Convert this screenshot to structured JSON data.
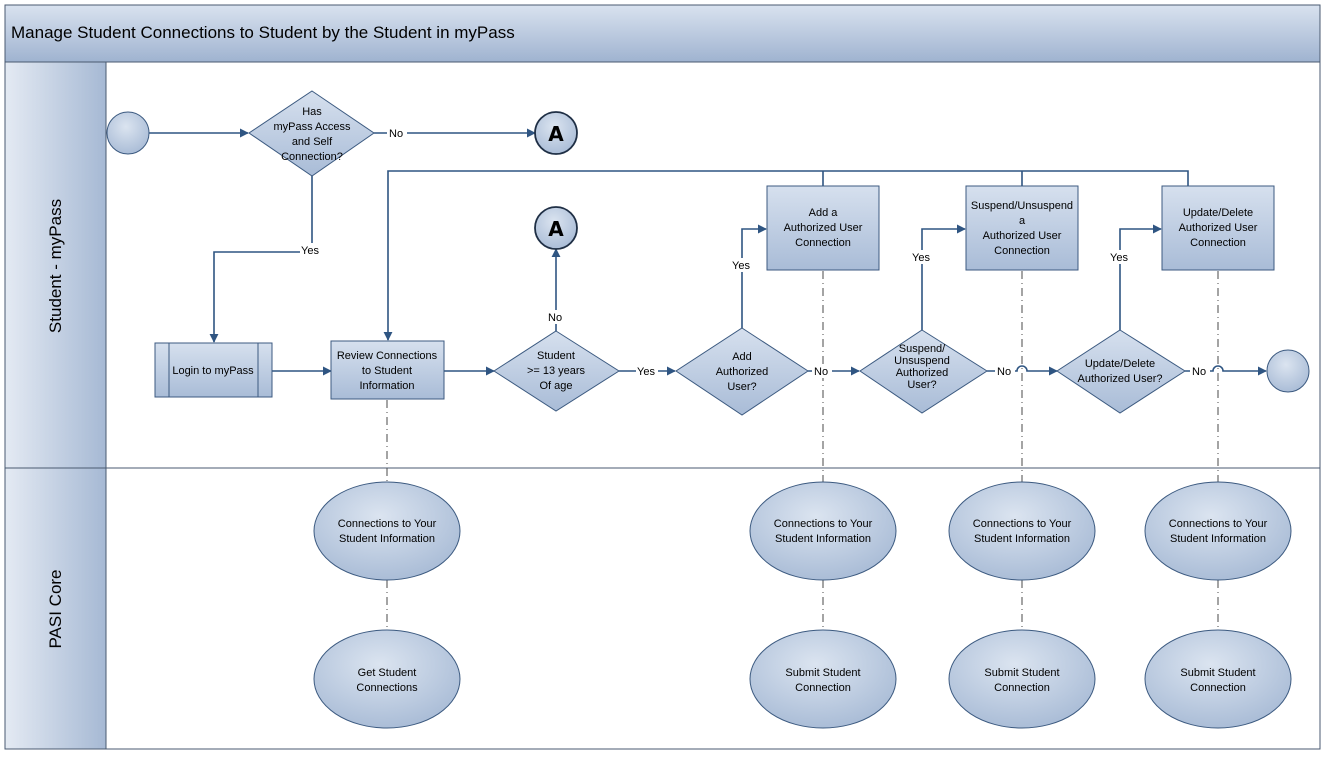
{
  "title": "Manage Student Connections to Student by the Student in myPass",
  "lanes": {
    "student": "Student - myPass",
    "core": "PASI Core"
  },
  "connector_label": "A",
  "nodes": {
    "has_access": [
      "Has",
      "myPass Access",
      "and Self",
      "Connection?"
    ],
    "login": [
      "Login to myPass"
    ],
    "review": [
      "Review Connections",
      "to Student",
      "Information"
    ],
    "age_check": [
      "Student",
      ">= 13 years",
      "Of age"
    ],
    "add_q": [
      "Add",
      "Authorized",
      "User?"
    ],
    "add_task": [
      "Add a",
      "Authorized User",
      "Connection"
    ],
    "suspend_q": [
      "Suspend/",
      "Unsuspend",
      "Authorized",
      "User?"
    ],
    "suspend_task": [
      "Suspend/Unsuspend",
      "a",
      "Authorized User",
      "Connection"
    ],
    "update_q": [
      "Update/Delete",
      "Authorized User?"
    ],
    "update_task": [
      "Update/Delete",
      "Authorized User",
      "Connection"
    ],
    "core_review": [
      "Connections to Your",
      "Student Information"
    ],
    "core_get": [
      "Get Student",
      "Connections"
    ],
    "core_add": [
      "Connections to Your",
      "Student Information"
    ],
    "core_add_submit": [
      "Submit Student",
      "Connection"
    ],
    "core_suspend": [
      "Connections to Your",
      "Student Information"
    ],
    "core_suspend_submit": [
      "Submit Student",
      "Connection"
    ],
    "core_update": [
      "Connections to Your",
      "Student Information"
    ],
    "core_update_submit": [
      "Submit Student",
      "Connection"
    ]
  },
  "labels": {
    "yes": "Yes",
    "no": "No"
  }
}
